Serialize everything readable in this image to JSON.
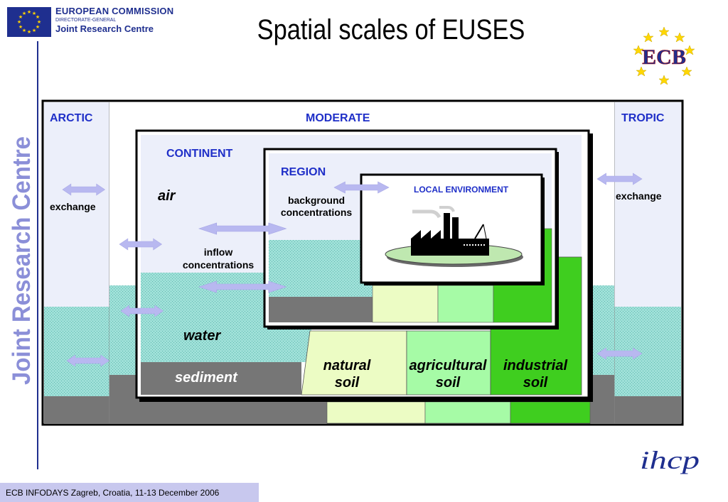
{
  "header": {
    "title": "Spatial scales of EUSES",
    "org_line1": "EUROPEAN COMMISSION",
    "org_line2": "DIRECTORATE-GENERAL",
    "org_line3": "Joint Research Centre",
    "vertical_brand": "Joint Research Centre",
    "ecb_logo_text": "ECB",
    "ihcp_logo_text": "ihcp"
  },
  "footer": {
    "text": "ECB INFODAYS Zagreb, Croatia, 11-13 December 2006"
  },
  "diagram": {
    "zones": {
      "arctic": "ARCTIC",
      "moderate": "MODERATE",
      "tropic": "TROPIC",
      "continent": "CONTINENT",
      "region": "REGION",
      "local": "LOCAL ENVIRONMENT"
    },
    "labels": {
      "exchange_left": "exchange",
      "exchange_right": "exchange",
      "air": "air",
      "background_line1": "background",
      "background_line2": "concentrations",
      "inflow_line1": "inflow",
      "inflow_line2": "concentrations",
      "water": "water",
      "sediment": "sediment",
      "natural_line1": "natural",
      "natural_line2": "soil",
      "agricultural_line1": "agricultural",
      "agricultural_line2": "soil",
      "industrial_line1": "industrial",
      "industrial_line2": "soil"
    },
    "colors": {
      "outline": "#000000",
      "air": "#eceffa",
      "water": "#9fe0d8",
      "sediment": "#767676",
      "natural_soil": "#ecfcc4",
      "agricultural_soil": "#a6fba6",
      "industrial_soil": "#3fce1f",
      "arrow": "#b8b8f0",
      "title_blue": "#1f2fc8",
      "brand_blue": "#1f2f8f"
    }
  }
}
